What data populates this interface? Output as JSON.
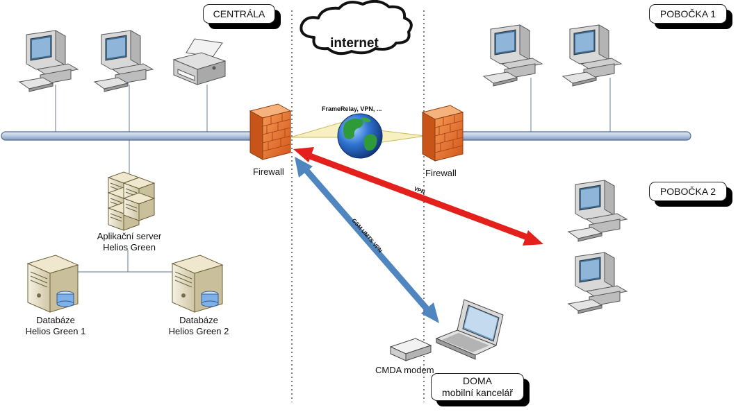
{
  "sites": {
    "hq": "CENTRÁLA",
    "branch1": "POBOČKA 1",
    "branch2": "POBOČKA 2",
    "home_title": "DOMA",
    "home_subtitle": "mobilní kancelář"
  },
  "internet": {
    "cloud_label": "internet",
    "link_label": "FrameRelay, VPN, ..."
  },
  "firewalls": {
    "left": "Firewall",
    "right": "Firewall"
  },
  "servers": {
    "app_line1": "Aplikační server",
    "app_line2": "Helios Green",
    "db1_line1": "Databáze",
    "db1_line2": "Helios Green 1",
    "db2_line1": "Databáze",
    "db2_line2": "Helios Green 2"
  },
  "links": {
    "vpn": "VPN",
    "mobile": "GSM UMTS VPN"
  },
  "modem": "CMDA modem",
  "colors": {
    "bus": "#b8c9e0",
    "firewall": "#e8762b",
    "vpn_arrow": "#e3201b",
    "mobile_arrow": "#4f86bf",
    "globe_land": "#2f9a3a",
    "globe_sea": "#1f5fc0"
  }
}
